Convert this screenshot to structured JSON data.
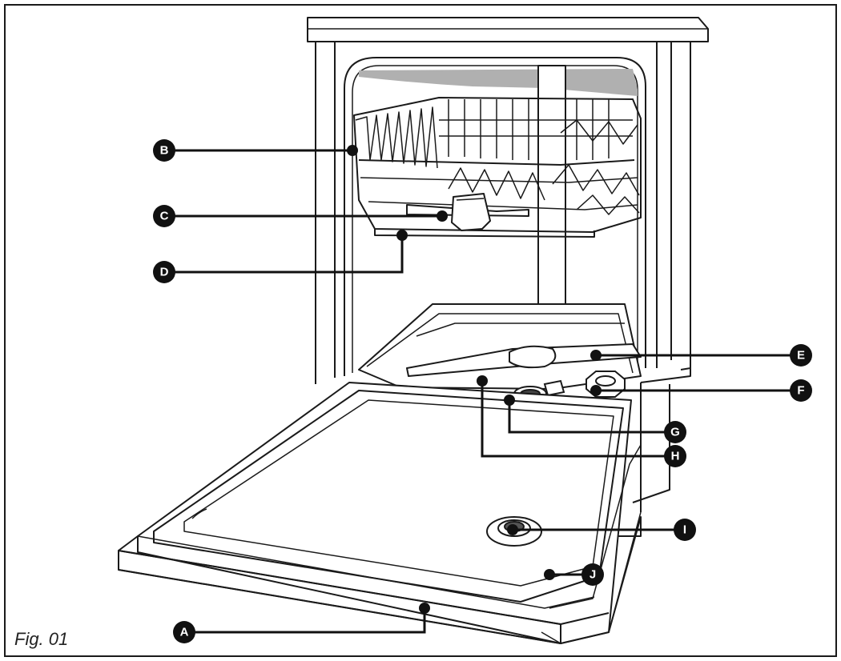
{
  "figure": {
    "caption": "Fig. 01",
    "colors": {
      "outline": "#1a1a1a",
      "interior_gray": "#b0b0b0",
      "badge": "#111111",
      "background": "#ffffff"
    }
  },
  "callouts": [
    {
      "letter": "A",
      "part": "door"
    },
    {
      "letter": "B",
      "part": "upper-basket"
    },
    {
      "letter": "C",
      "part": "upper-spray-arm"
    },
    {
      "letter": "D",
      "part": "basket-rail"
    },
    {
      "letter": "E",
      "part": "lower-spray-arm"
    },
    {
      "letter": "F",
      "part": "salt-container-cap"
    },
    {
      "letter": "G",
      "part": "filter-handle"
    },
    {
      "letter": "H",
      "part": "filter-assembly"
    },
    {
      "letter": "I",
      "part": "detergent-dispenser"
    },
    {
      "letter": "J",
      "part": "door-seal"
    }
  ]
}
